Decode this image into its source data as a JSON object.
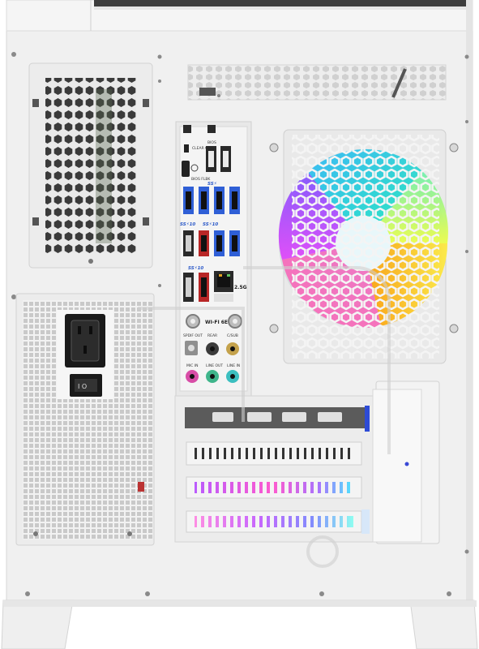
{
  "io_panel": {
    "clear_cmos": "CLEAR CMOS",
    "bios": "BIOS",
    "bios_flbk": "BIOS FLBK",
    "usb_20gbps": "SS⚡",
    "usb_10gbps": "SS⚡10",
    "lan_speed": "2.5G",
    "wifi": "WI-FI 6E",
    "spdif_out": "SPDIF OUT",
    "rear": "REAR",
    "c_sub": "C/SUB",
    "mic_in": "MIC IN",
    "line_out": "LINE OUT",
    "line_in": "LINE IN"
  },
  "colors": {
    "chassis": "#f1f1f1",
    "panel": "#e9e9e9",
    "hole": "#3a3a3a",
    "usb_blue": "#2f5fd6",
    "usb_red": "#b82626",
    "audio_pink": "#d84da7",
    "audio_green": "#3fb58b",
    "audio_teal": "#3cbfc0",
    "audio_gold": "#c4a24c",
    "bracket_dark": "#5b5b5b"
  },
  "icons": [
    "power-inlet-icon",
    "power-switch-icon",
    "fan-rgb-icon",
    "watermark-logo-icon"
  ]
}
